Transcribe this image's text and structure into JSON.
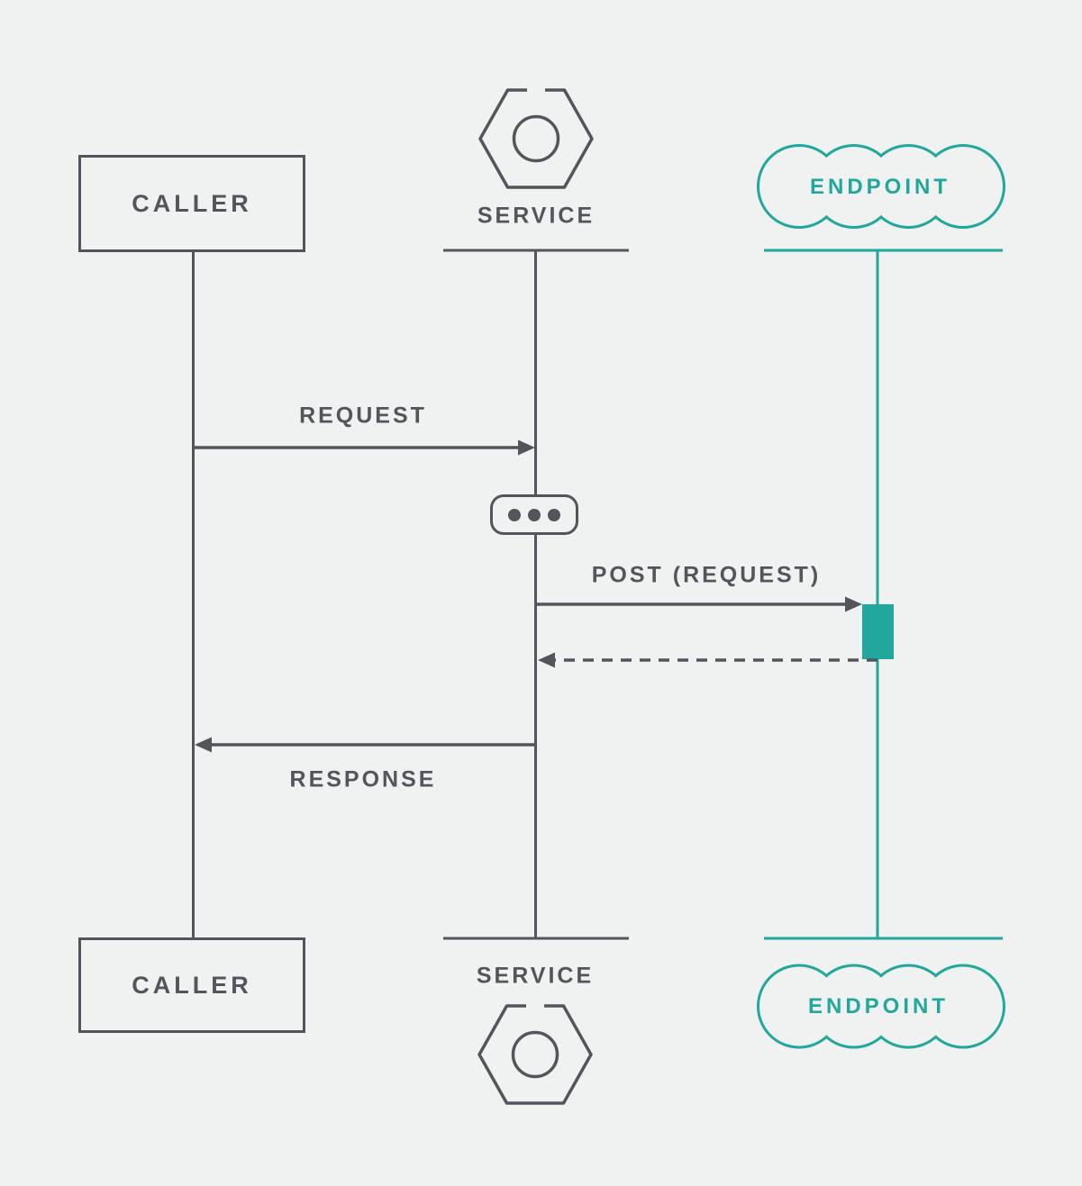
{
  "diagram_type": "sequence-diagram",
  "colors": {
    "background": "#F0F1F1",
    "dark": "#52565C",
    "teal": "#21A79B"
  },
  "actors": {
    "caller": {
      "label": "CALLER",
      "shape": "rectangle",
      "color": "#52565C"
    },
    "service": {
      "label": "SERVICE",
      "shape": "hexagon-nut",
      "color": "#52565C"
    },
    "endpoint": {
      "label": "ENDPOINT",
      "shape": "cloud",
      "color": "#21A79B"
    }
  },
  "icons": {
    "service": "hexagon-nut-icon",
    "endpoint": "cloud-shape",
    "processing": "ellipsis-icon"
  },
  "messages": {
    "request": {
      "label": "REQUEST",
      "from": "CALLER",
      "to": "SERVICE",
      "line": "solid"
    },
    "post": {
      "label": "POST (REQUEST)",
      "from": "SERVICE",
      "to": "ENDPOINT",
      "line": "solid"
    },
    "post_reply": {
      "label": "",
      "from": "ENDPOINT",
      "to": "SERVICE",
      "line": "dashed"
    },
    "response": {
      "label": "RESPONSE",
      "from": "SERVICE",
      "to": "CALLER",
      "line": "solid"
    }
  }
}
